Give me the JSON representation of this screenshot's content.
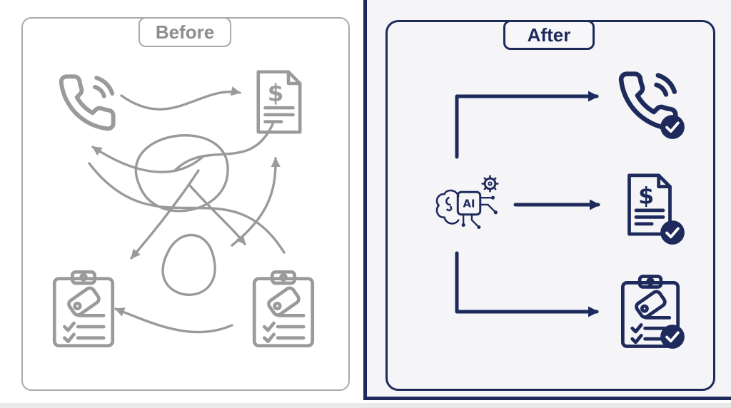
{
  "title": "Before and After AI workflow comparison diagram",
  "colors": {
    "gray": "#9a9a9a",
    "gray_text": "#8d8d8d",
    "navy": "#1e2a5c",
    "right_panel_bg": "#f5f5f8"
  },
  "before": {
    "label": "Before",
    "description": "tangled arrows between icons",
    "icons": [
      {
        "name": "phone-icon"
      },
      {
        "name": "invoice-icon"
      },
      {
        "name": "clipboard-checklist-icon"
      },
      {
        "name": "clipboard-checklist-icon"
      }
    ]
  },
  "after": {
    "label": "After",
    "ai_label": "AI",
    "description": "AI hub with straight arrows to completed tasks",
    "icons": [
      {
        "name": "ai-brain-chip-icon"
      },
      {
        "name": "phone-icon",
        "badge": "checkmark"
      },
      {
        "name": "invoice-icon",
        "badge": "checkmark"
      },
      {
        "name": "clipboard-checklist-icon",
        "badge": "checkmark"
      }
    ]
  },
  "glyphs": {
    "dollar": "$"
  }
}
